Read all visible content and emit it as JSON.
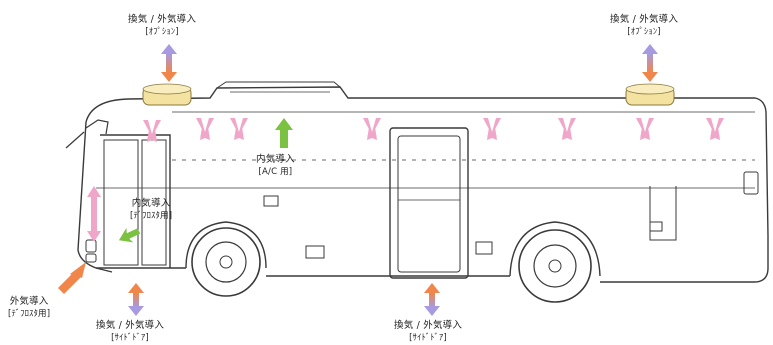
{
  "labels": {
    "vent_left": {
      "line1": "換気 / 外気導入",
      "line2": "[ｵﾌﾟｼｮﾝ]"
    },
    "vent_right": {
      "line1": "換気 / 外気導入",
      "line2": "[ｵﾌﾟｼｮﾝ]"
    },
    "recirc_ac": {
      "line1": "内気導入",
      "line2": "[A/C 用]"
    },
    "recirc_defroster": {
      "line1": "内気導入",
      "line2": "[ﾃﾞﾌﾛｽﾀ用]"
    },
    "fresh_defroster": {
      "line1": "外気導入",
      "line2": "[ﾃﾞﾌﾛｽﾀ用]"
    },
    "side_door_front": {
      "line1": "換気 / 外気導入",
      "line2": "[ｻｲﾄﾞﾄﾞｱ]"
    },
    "side_door_rear": {
      "line1": "換気 / 外気導入",
      "line2": "[ｻｲﾄﾞﾄﾞｱ]"
    }
  },
  "colors": {
    "pink": "#f0a6c8",
    "lavender": "#a79ae0",
    "orange": "#f0864a",
    "green": "#7cc242",
    "roof_unit": "#f4e2a0",
    "outline": "#3a3a3a"
  }
}
